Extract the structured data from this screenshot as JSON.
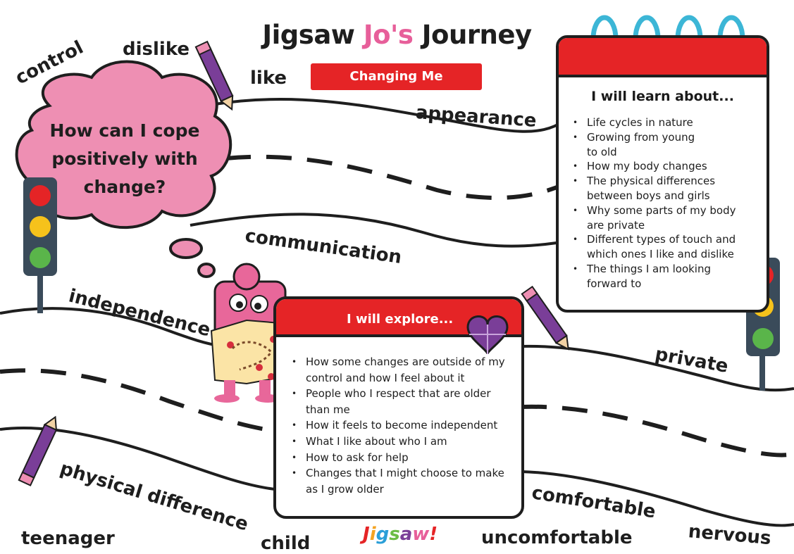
{
  "title": {
    "part1": "Jigsaw ",
    "part2": "Jo's",
    "part3": " Journey"
  },
  "banner": "Changing Me",
  "cloud_question": "How can I cope positively with change?",
  "words": {
    "control": "control",
    "dislike": "dislike",
    "like": "like",
    "appearance": "appearance",
    "communication": "communication",
    "independence": "independence",
    "private": "private",
    "physical_difference": "physical difference",
    "comfortable": "comfortable",
    "teenager": "teenager",
    "child": "child",
    "uncomfortable": "uncomfortable",
    "nervous": "nervous"
  },
  "learn": {
    "title": "I will learn about...",
    "items": [
      "Life cycles in nature",
      "Growing from young to old",
      "How my body changes",
      "The physical differences between boys and girls",
      "Why some parts of my body are private",
      "Different types of touch and which ones I like and dislike",
      "The things I am looking forward to"
    ]
  },
  "explore": {
    "title": "I will explore...",
    "items": [
      "How some changes are outside of my control and how I feel about it",
      "People who I respect that are older than me",
      "How it feels to become independent",
      "What I like about who I am",
      "How to ask for help",
      "Changes that I might choose to make as I grow older"
    ]
  },
  "logo": "Jigsaw",
  "colors": {
    "red": "#e52426",
    "pink": "#e75f9a",
    "purple": "#7a3e98",
    "calendar_ring": "#3cb6d6",
    "road_line": "#1e1e1e"
  },
  "icons": [
    "thought-cloud-icon",
    "traffic-light-icon",
    "pencil-icon",
    "calendar-rings-icon",
    "lightbulb-icon",
    "brain-icon",
    "jigsaw-character-icon",
    "puzzle-heart-icon"
  ]
}
